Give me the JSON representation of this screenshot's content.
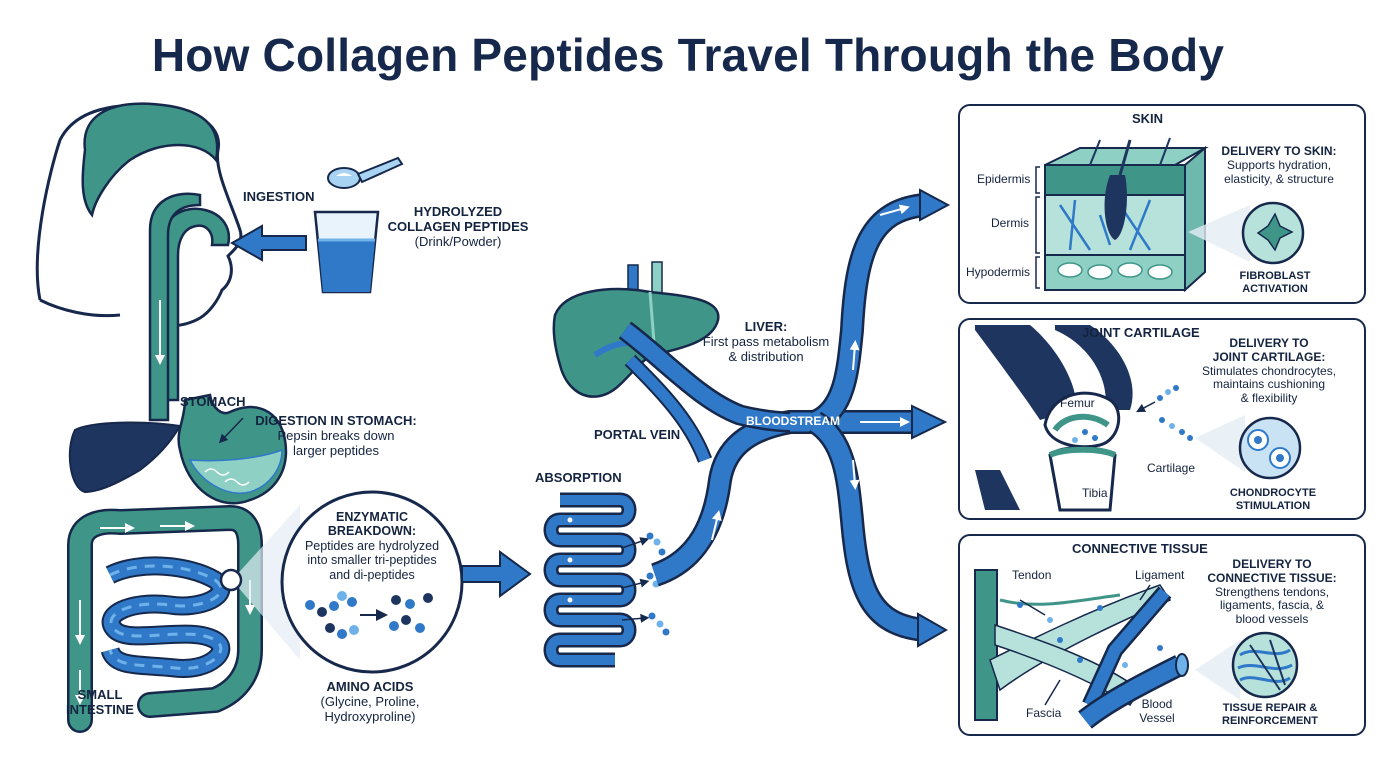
{
  "title": "How Collagen Peptides Travel Through the Body",
  "colors": {
    "navy": "#16284b",
    "teal": "#3f9688",
    "teal_light": "#8ed0c4",
    "blue": "#2f79c8",
    "blue_light": "#6fb2ea",
    "dark": "#1e3560"
  },
  "labels": {
    "ingestion": "INGESTION",
    "product": [
      "HYDROLYZED",
      "COLLAGEN PEPTIDES",
      "(Drink/Powder)"
    ],
    "stomach": "STOMACH",
    "digestion": [
      "DIGESTION IN STOMACH:",
      "Pepsin breaks down",
      "larger peptides"
    ],
    "small_intestine": [
      "SMALL",
      "INTESTINE"
    ],
    "enzymatic": [
      "ENZYMATIC",
      "BREAKDOWN:",
      "Peptides are hydrolyzed",
      "into smaller tri-peptides",
      "and di-peptides"
    ],
    "amino_acids": [
      "AMINO ACIDS",
      "(Glycine, Proline,",
      "Hydroxyproline)"
    ],
    "absorption": "ABSORPTION",
    "portal_vein": "PORTAL VEIN",
    "liver": [
      "LIVER:",
      "First pass metabolism",
      "& distribution"
    ],
    "bloodstream": "BLOODSTREAM"
  },
  "panels": {
    "skin": {
      "heading": "SKIN",
      "layers": [
        "Epidermis",
        "Dermis",
        "Hypodermis"
      ],
      "delivery": [
        "DELIVERY TO SKIN:",
        "Supports hydration,",
        "elasticity, & structure"
      ],
      "result": [
        "FIBROBLAST",
        "ACTIVATION"
      ]
    },
    "joint": {
      "heading": "JOINT CARTILAGE",
      "parts": [
        "Femur",
        "Cartilage",
        "Tibia"
      ],
      "delivery": [
        "DELIVERY TO",
        "JOINT CARTILAGE:",
        "Stimulates chondrocytes,",
        "maintains cushioning",
        "& flexibility"
      ],
      "result": [
        "CHONDROCYTE",
        "STIMULATION"
      ]
    },
    "connective": {
      "heading": "CONNECTIVE TISSUE",
      "parts": [
        "Tendon",
        "Ligament",
        "Fascia",
        "Blood",
        "Vessel"
      ],
      "delivery": [
        "DELIVERY TO",
        "CONNECTIVE TISSUE:",
        "Strengthens tendons,",
        "ligaments, fascia, &",
        "blood vessels"
      ],
      "result": [
        "TISSUE REPAIR &",
        "REINFORCEMENT"
      ]
    }
  }
}
